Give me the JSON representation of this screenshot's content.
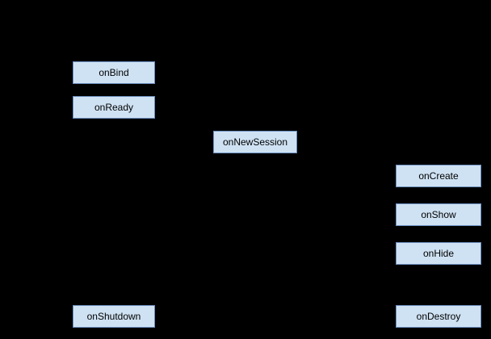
{
  "diagram": {
    "colors": {
      "background": "#000000",
      "node_fill": "#cfe2f3",
      "node_border": "#6c8ebf"
    },
    "nodes": [
      {
        "id": "onBind",
        "label": "onBind"
      },
      {
        "id": "onReady",
        "label": "onReady"
      },
      {
        "id": "onNewSession",
        "label": "onNewSession"
      },
      {
        "id": "onCreate",
        "label": "onCreate"
      },
      {
        "id": "onShow",
        "label": "onShow"
      },
      {
        "id": "onHide",
        "label": "onHide"
      },
      {
        "id": "onShutdown",
        "label": "onShutdown"
      },
      {
        "id": "onDestroy",
        "label": "onDestroy"
      }
    ]
  }
}
